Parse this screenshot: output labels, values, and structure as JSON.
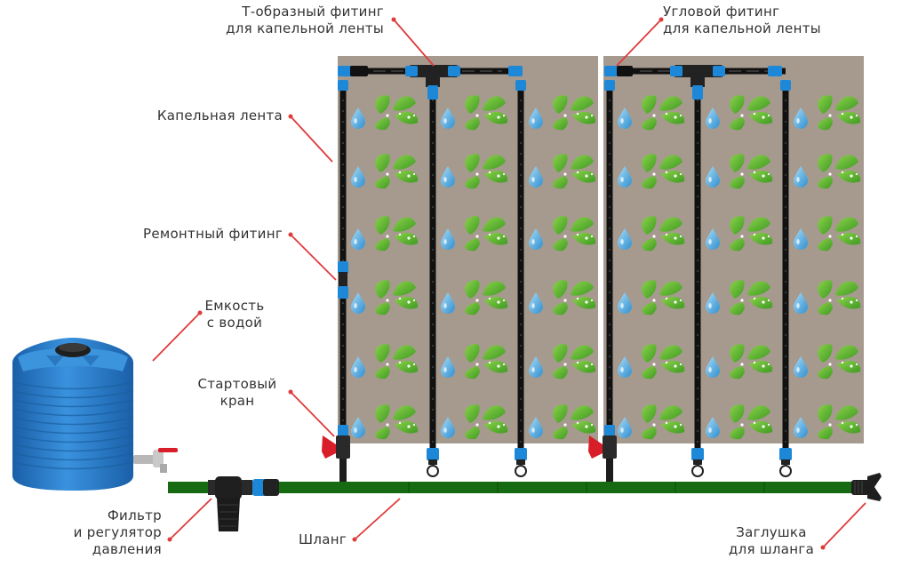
{
  "labels": {
    "tee_fitting": [
      "Т-образный фитинг",
      "для капельной ленты"
    ],
    "corner_fitting": [
      "Угловой фитинг",
      "для капельной ленты"
    ],
    "drip_tape": [
      "Капельная лента"
    ],
    "repair_fitting": [
      "Ремонтный фитинг"
    ],
    "water_tank": [
      "Емкость",
      "с водой"
    ],
    "start_valve": [
      "Стартовый",
      "кран"
    ],
    "filter": [
      "Фильтр",
      "и регулятор",
      "давления"
    ],
    "hose": [
      "Шланг"
    ],
    "hose_plug": [
      "Заглушка",
      "для шланга"
    ]
  },
  "colors": {
    "soil": "#a69a8e",
    "hose": "#166b12",
    "tape": "#111111",
    "fitting_blue": "#1e88d8",
    "tank_blue": "#2f86d4",
    "leader": "#e03a3a",
    "valve_red": "#d81e28",
    "leaf": "#6cbd3a",
    "drop": "#6ab5e3"
  }
}
